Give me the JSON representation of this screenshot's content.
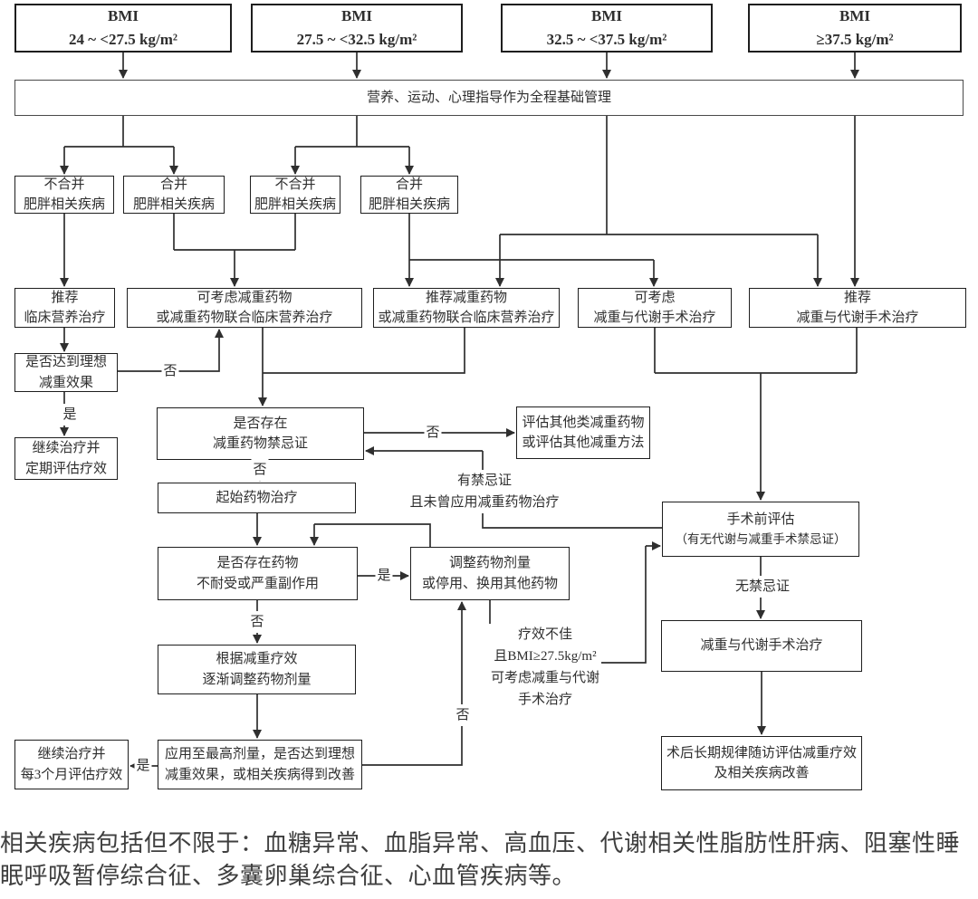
{
  "bmi_boxes": [
    {
      "title": "BMI",
      "range": "24 ~ <27.5 kg/m²"
    },
    {
      "title": "BMI",
      "range": "27.5 ~ <32.5 kg/m²"
    },
    {
      "title": "BMI",
      "range": "32.5 ~ <37.5 kg/m²"
    },
    {
      "title": "BMI",
      "range": "≥37.5 kg/m²"
    }
  ],
  "base_bar": "营养、运动、心理指导作为全程基础管理",
  "comorbidity_boxes": [
    {
      "line1": "不合并",
      "line2": "肥胖相关疾病"
    },
    {
      "line1": "合并",
      "line2": "肥胖相关疾病"
    },
    {
      "line1": "不合并",
      "line2": "肥胖相关疾病"
    },
    {
      "line1": "合并",
      "line2": "肥胖相关疾病"
    }
  ],
  "treatment_boxes": [
    {
      "line1": "推荐",
      "line2": "临床营养治疗"
    },
    {
      "line1": "可考虑减重药物",
      "line2": "或减重药物联合临床营养治疗"
    },
    {
      "line1": "推荐减重药物",
      "line2": "或减重药物联合临床营养治疗"
    },
    {
      "line1": "可考虑",
      "line2": "减重与代谢手术治疗"
    },
    {
      "line1": "推荐",
      "line2": "减重与代谢手术治疗"
    }
  ],
  "flow": {
    "q_ideal": {
      "line1": "是否达到理想",
      "line2": "减重效果"
    },
    "k_continue_periodic": {
      "line1": "继续治疗并",
      "line2": "定期评估疗效"
    },
    "q_contra": {
      "line1": "是否存在",
      "line2": "减重药物禁忌证"
    },
    "e_other": {
      "line1": "评估其他类减重药物",
      "line2": "或评估其他减重方法"
    },
    "g_start": {
      "line1": "起始药物治疗"
    },
    "q_intol": {
      "line1": "是否存在药物",
      "line2": "不耐受或严重副作用"
    },
    "h_adjust": {
      "line1": "调整药物剂量",
      "line2": "或停用、换用其他药物"
    },
    "g_titrate": {
      "line1": "根据减重疗效",
      "line2": "逐渐调整药物剂量"
    },
    "q_max": {
      "line1": "应用至最高剂量，是否达到理想",
      "line2": "减重效果，或相关疾病得到改善"
    },
    "k_continue_3m": {
      "line1": "继续治疗并",
      "line2": "每3个月评估疗效"
    },
    "s_preop": {
      "line1": "手术前评估",
      "line2": "（有无代谢与减重手术禁忌证）"
    },
    "s_surgery": {
      "line1": "减重与代谢手术治疗"
    },
    "s_followup": {
      "line1": "术后长期规律随访评估减重疗效",
      "line2": "及相关疾病改善"
    }
  },
  "labels": {
    "yes": "是",
    "no": "否",
    "no_contra": "无禁忌证",
    "contra_note": {
      "line1": "有禁忌证",
      "line2": "且未曾应用减重药物治疗"
    },
    "poor_note": {
      "line1": "疗效不佳",
      "line2": "且BMI≥27.5kg/m²",
      "line3": "可考虑减重与代谢",
      "line4": "手术治疗"
    }
  },
  "footnote": {
    "line1": "相关疾病包括但不限于：血糖异常、血脂异常、高血压、代谢相关性脂肪性肝病、阻塞性睡",
    "line2": "眠呼吸暂停综合征、多囊卵巢综合征、心血管疾病等。"
  },
  "colors": {
    "line": "#2f2f2f",
    "border": "#1e1e1e",
    "text": "#2e2e2e"
  }
}
